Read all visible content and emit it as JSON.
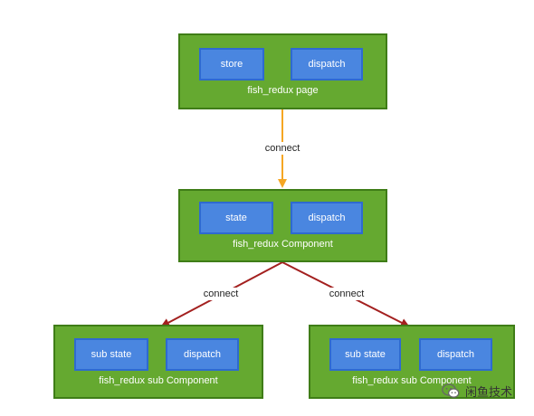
{
  "colors": {
    "node_fill": "#65a930",
    "node_border": "#3f7d17",
    "chip_fill": "#4a86e0",
    "chip_border": "#2e6ad0",
    "arrow_connect_top": "#f5a623",
    "arrow_connect_children": "#a3201f"
  },
  "nodes": {
    "page": {
      "label": "fish_redux page",
      "chips": [
        "store",
        "dispatch"
      ]
    },
    "component": {
      "label": "fish_redux Component",
      "chips": [
        "state",
        "dispatch"
      ]
    },
    "sub_left": {
      "label": "fish_redux sub Component",
      "chips": [
        "sub state",
        "dispatch"
      ]
    },
    "sub_right": {
      "label": "fish_redux sub Component",
      "chips": [
        "sub state",
        "dispatch"
      ]
    }
  },
  "edges": [
    {
      "from": "page",
      "to": "component",
      "label": "connect",
      "color": "arrow_connect_top"
    },
    {
      "from": "component",
      "to": "sub_left",
      "label": "connect",
      "color": "arrow_connect_children"
    },
    {
      "from": "component",
      "to": "sub_right",
      "label": "connect",
      "color": "arrow_connect_children"
    }
  ],
  "watermark": {
    "text": "闲鱼技术",
    "icon": "wechat-icon"
  }
}
